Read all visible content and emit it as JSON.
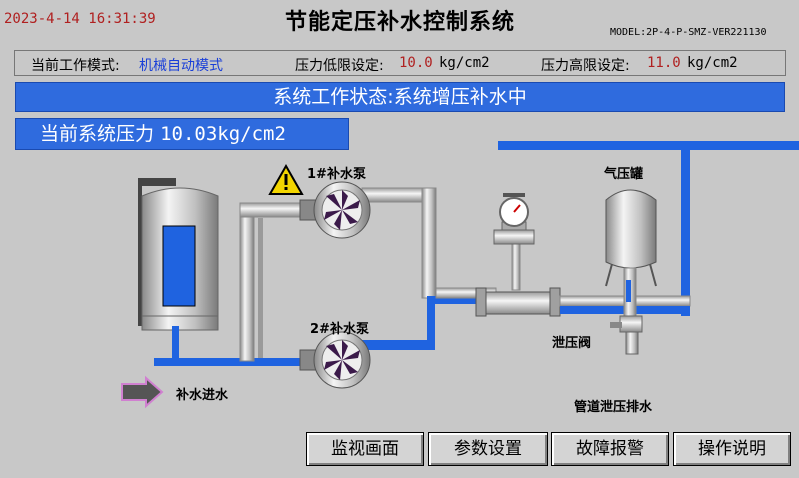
{
  "header": {
    "datetime": "2023-4-14 16:31:39",
    "title": "节能定压补水控制系统",
    "model": "MODEL:2P-4-P-SMZ-VER221130"
  },
  "params": {
    "mode_label": "当前工作模式:",
    "mode_value": "机械自动模式",
    "low_label": "压力低限设定:",
    "low_value": "10.0",
    "low_unit": "kg/cm2",
    "high_label": "压力高限设定:",
    "high_value": "11.0",
    "high_unit": "kg/cm2"
  },
  "status": {
    "text": "系统工作状态:系统增压补水中"
  },
  "pressure": {
    "label": "当前系统压力",
    "value": "10.03",
    "unit": "kg/cm2"
  },
  "diagram": {
    "pump1_label": "1#补水泵",
    "pump2_label": "2#补水泵",
    "tank_label": "气压罐",
    "valve_label": "泄压阀",
    "inlet_label": "补水进水",
    "drain_label": "管道泄压排水",
    "warning_icon": "warning-triangle-icon"
  },
  "colors": {
    "pipe_water": "#1f63e0",
    "status_bg": "#2f6bde",
    "pump_blade": "#3b1a4a",
    "warning": "#f2d500"
  },
  "nav": {
    "monitor": "监视画面",
    "params": "参数设置",
    "fault": "故障报警",
    "help": "操作说明"
  }
}
